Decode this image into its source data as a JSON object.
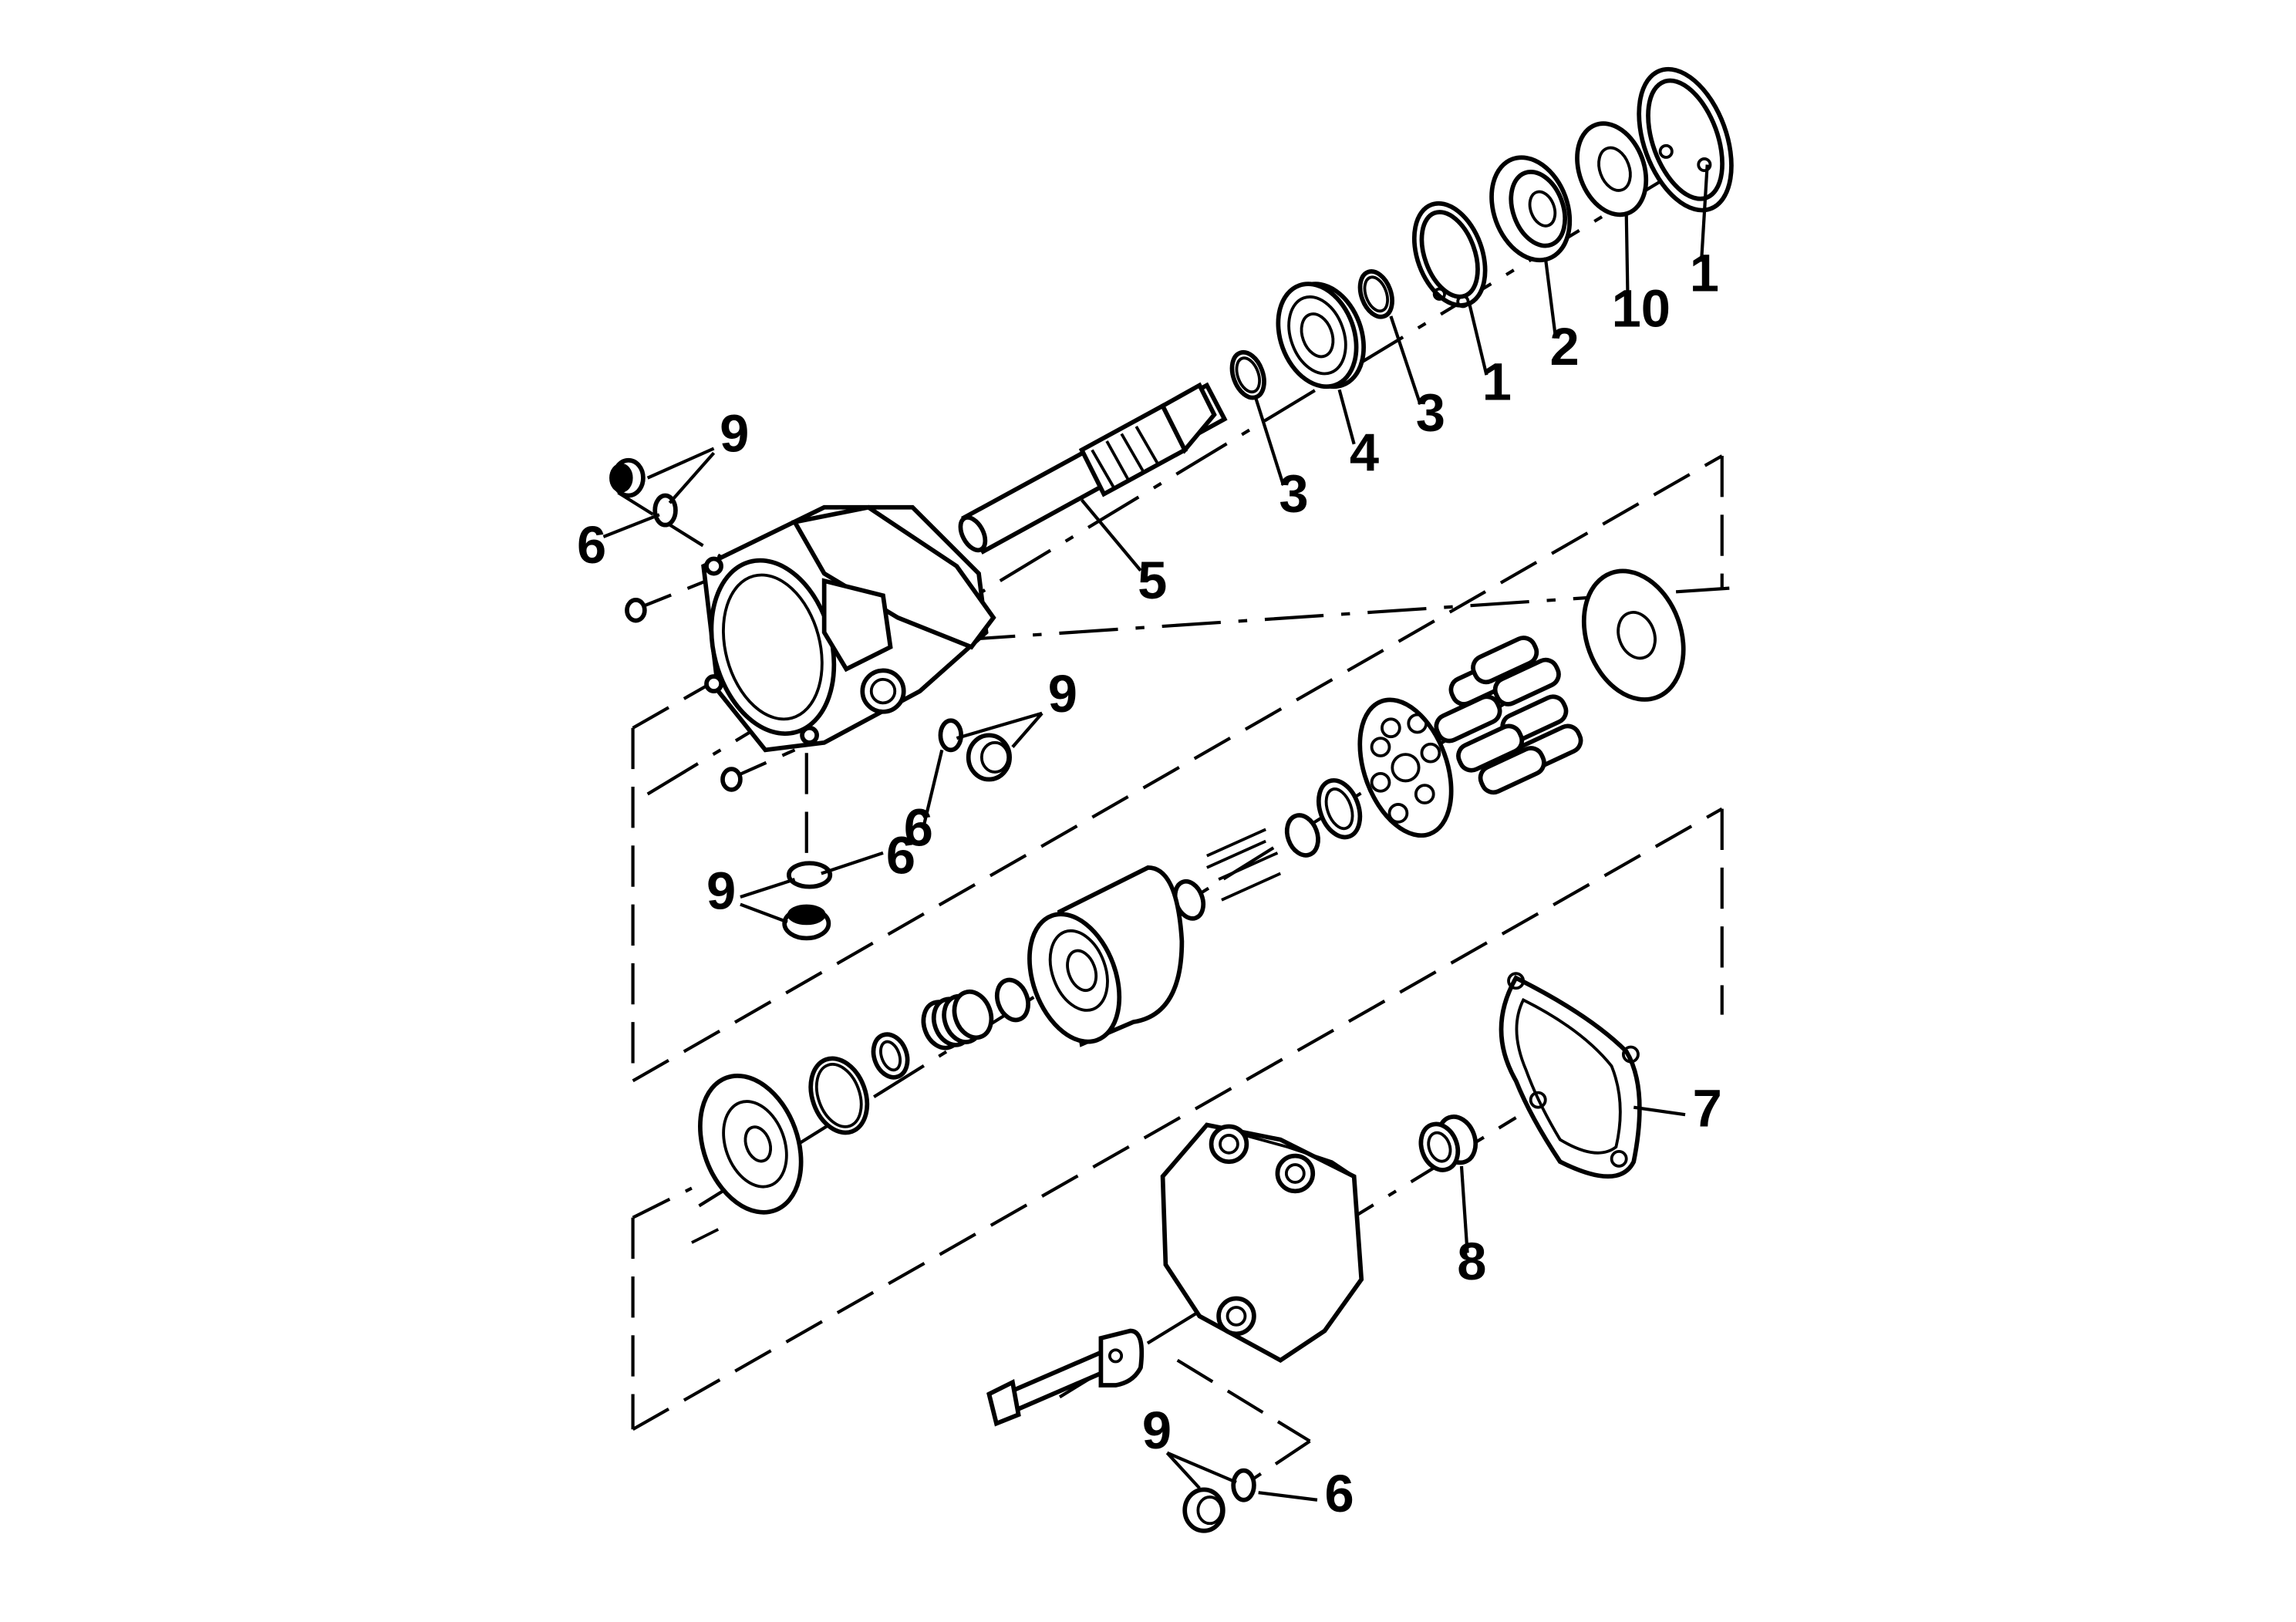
{
  "diagram": {
    "type": "exploded-parts-view",
    "callouts": {
      "c1_top": "1",
      "c10": "10",
      "c2": "2",
      "c1_mid": "1",
      "c3_upper": "3",
      "c4": "4",
      "c3_lower": "3",
      "c5": "5",
      "c9_top_left": "9",
      "c6_top_left": "6",
      "c9_mid": "9",
      "c6_mid": "6",
      "c6_lower_left": "6",
      "c9_lower_left": "9",
      "c7": "7",
      "c8": "8",
      "c9_bottom": "9",
      "c6_bottom": "6"
    }
  }
}
